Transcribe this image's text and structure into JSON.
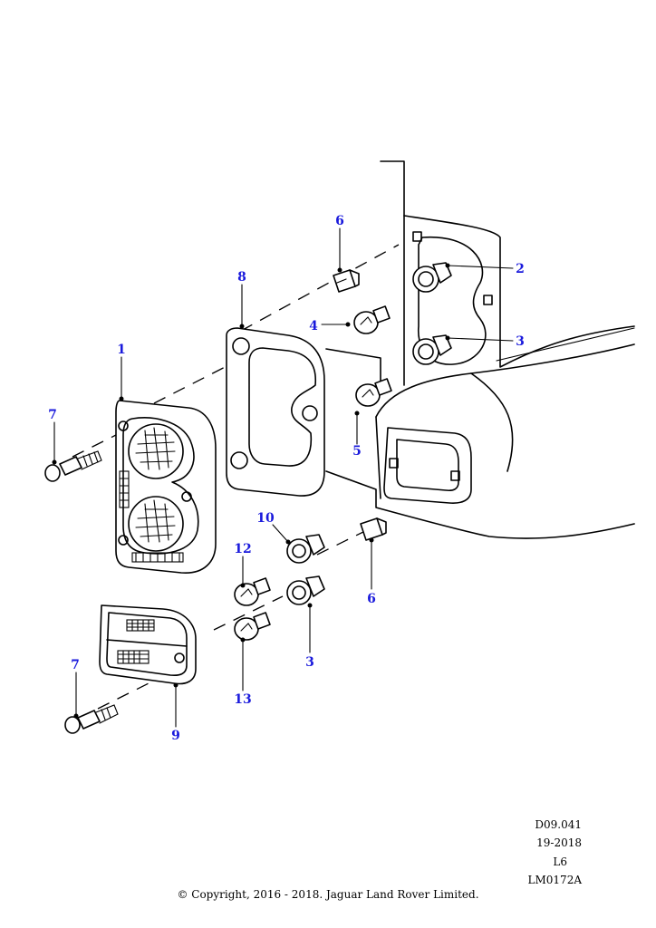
{
  "colors": {
    "callout": "#1a1adc",
    "line": "#000000"
  },
  "callouts": {
    "c1": "1",
    "c2": "2",
    "c3a": "3",
    "c3b": "3",
    "c4": "4",
    "c5": "5",
    "c6a": "6",
    "c6b": "6",
    "c7a": "7",
    "c7b": "7",
    "c8": "8",
    "c9": "9",
    "c10": "10",
    "c12": "12",
    "c13": "13"
  },
  "meta": {
    "drawing_ref": "D09.041",
    "date_range": "19-2018",
    "level": "L6",
    "illustration_code": "LM0172A"
  },
  "copyright": "© Copyright, 2016 - 2018. Jaguar Land Rover Limited."
}
